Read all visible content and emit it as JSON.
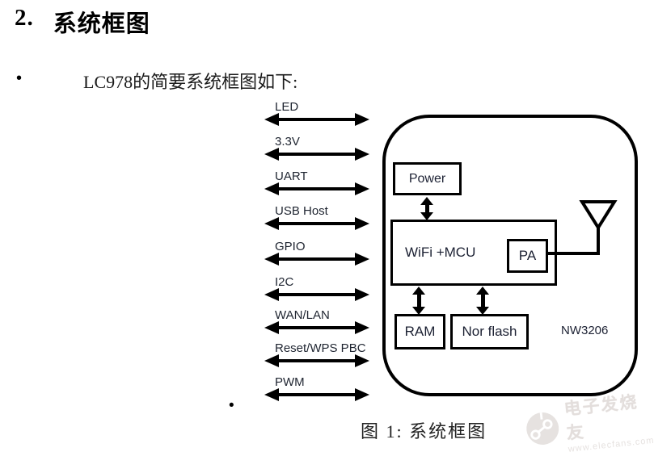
{
  "page": {
    "title_number": "2.",
    "title_text": "系统框图",
    "bullet_glyph": "•",
    "intro_text": "LC978的简要系统框图如下:",
    "caption": "图 1:  系统框图"
  },
  "diagram": {
    "interfaces": [
      "LED",
      "3.3V",
      "UART",
      "USB Host",
      "GPIO",
      "I2C",
      "WAN/LAN",
      "Reset/WPS PBC",
      "PWM"
    ],
    "blocks": {
      "power": "Power",
      "wifi_mcu": "WiFi +MCU",
      "pa": "PA",
      "ram": "RAM",
      "nor_flash": "Nor flash"
    },
    "chip_label": "NW3206",
    "icons": {
      "antenna": "antenna-icon",
      "arrows": "bidirectional-arrow"
    },
    "colors": {
      "stroke": "#000000",
      "label_text": "#1e2430",
      "background": "#ffffff"
    }
  },
  "watermark": {
    "brand": "电子发烧友",
    "url": "www.elecfans.com",
    "color": "#e3dedc",
    "icon": "circuit-logo"
  }
}
